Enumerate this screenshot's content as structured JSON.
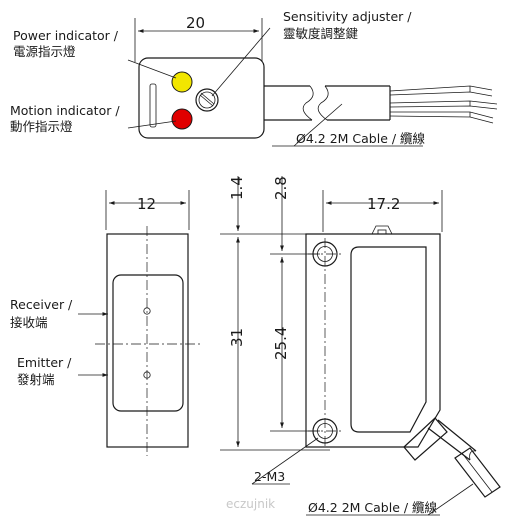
{
  "labels": {
    "power_en": "Power indicator /",
    "power_zh": "電源指示燈",
    "sensitivity_en": "Sensitivity adjuster /",
    "sensitivity_zh": "靈敏度調整鍵",
    "motion_en": "Motion indicator /",
    "motion_zh": "動作指示燈",
    "cable_top": "Ø4.2  2M Cable / 纜線",
    "receiver_en": "Receiver /",
    "receiver_zh": "接收端",
    "emitter_en": "Emitter /",
    "emitter_zh": "發射端",
    "mount_holes": "2-M3",
    "cable_bottom": "Ø4.2  2M Cable / 纜線"
  },
  "dimensions": {
    "top_width": "20",
    "front_width": "12",
    "dim_1_4": "1.4",
    "dim_2_8": "2.8",
    "dim_17_2": "17.2",
    "dim_31": "31",
    "dim_25_4": "25.4"
  },
  "colors": {
    "power_led": "#f2e600",
    "motion_led": "#e00000",
    "line": "#1a1a1a"
  },
  "watermark": "eczujnik"
}
